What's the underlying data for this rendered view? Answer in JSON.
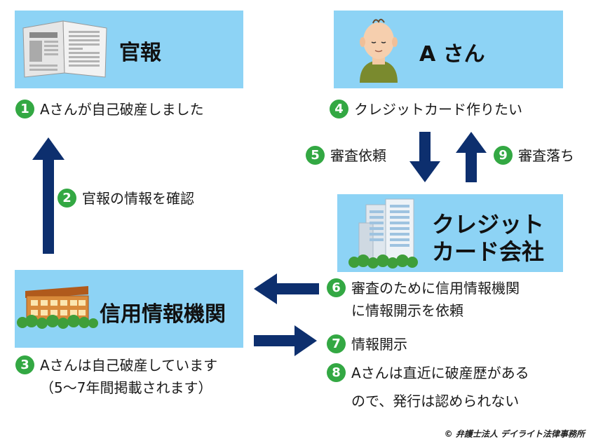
{
  "boxes": {
    "kanpo": "官報",
    "a_san": "A さん",
    "credit_company_line1": "クレジット",
    "credit_company_line2": "カード会社",
    "credit_bureau": "信用情報機関"
  },
  "steps": [
    {
      "num": "1",
      "text": "Aさんが自己破産しました"
    },
    {
      "num": "2",
      "text": "官報の情報を確認"
    },
    {
      "num": "3",
      "line1": "Aさんは自己破産しています",
      "line2": "（5〜7年間掲載されます）"
    },
    {
      "num": "4",
      "text": "クレジットカード作りたい"
    },
    {
      "num": "5",
      "text": "審査依頼"
    },
    {
      "num": "9",
      "text": "審査落ち"
    },
    {
      "num": "6",
      "line1": "審査のために信用情報機関",
      "line2": "に情報開示を依頼"
    },
    {
      "num": "7",
      "text": "情報開示"
    },
    {
      "num": "8",
      "line1": "Aさんは直近に破産歴がある",
      "line2": "ので、発行は認められない"
    }
  ],
  "copyright": "© 弁護士法人 デイライト法律事務所",
  "colors": {
    "box": "#8dd3f5",
    "arrow": "#0d2f6e",
    "badge": "#33a843"
  }
}
